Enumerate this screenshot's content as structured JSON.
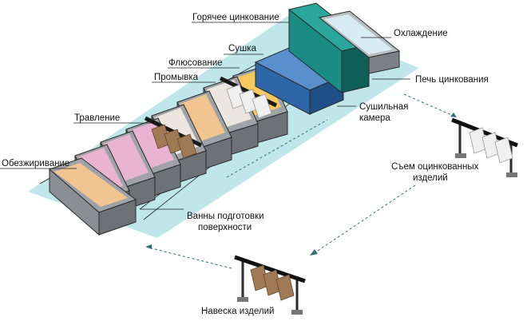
{
  "labels": {
    "hot_dip": "Горячее цинкование",
    "cooling": "Охлаждение",
    "drying": "Сушка",
    "fluxing": "Флюсование",
    "rinsing": "Промывка",
    "zinc_furnace": "Печь цинкования",
    "pickling": "Травление",
    "dryer_1": "Сушильная",
    "dryer_2": "камера",
    "degreasing": "Обезжиривание",
    "unloading_1": "Съем оцинкованных",
    "unloading_2": "изделий",
    "prep_baths_1": "Ванны подготовки",
    "prep_baths_2": "поверхности",
    "hanging": "Навеска изделий"
  },
  "colors": {
    "floor": "#bfe6e9",
    "bath_body": "#9fa3a7",
    "bath_side": "#6e7276",
    "liquid_orange": "#f2c48f",
    "liquid_pink": "#e9b4d2",
    "liquid_yellow": "#f6c85f",
    "liquid_light": "#ece6e0",
    "dryer_blue": "#2e66a8",
    "furnace_teal": "#1a8c84",
    "cooling_light": "#d8ecf4",
    "flow_arrow": "#2f6f76",
    "rack_dark": "#1a1a1a",
    "rack_wood": "#a07a55"
  }
}
